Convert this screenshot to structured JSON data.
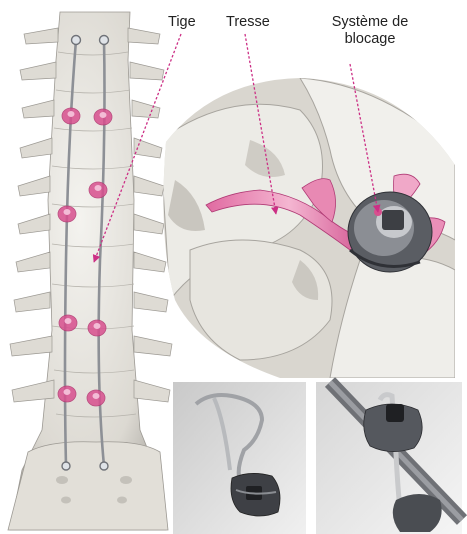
{
  "labels": {
    "tige": "Tige",
    "tresse": "Tresse",
    "systeme_de_blocage": "Système de\nblocage"
  },
  "colors": {
    "bone": "#e4e2dc",
    "bone_shadow": "#a9a6a0",
    "clip_pink": "#d84f8e",
    "clip_pink_light": "#efa7c8",
    "rod_gray": "#8d9096",
    "implant_dark": "#4a4c52",
    "leader_line": "#cc2f85",
    "text": "#222222"
  }
}
